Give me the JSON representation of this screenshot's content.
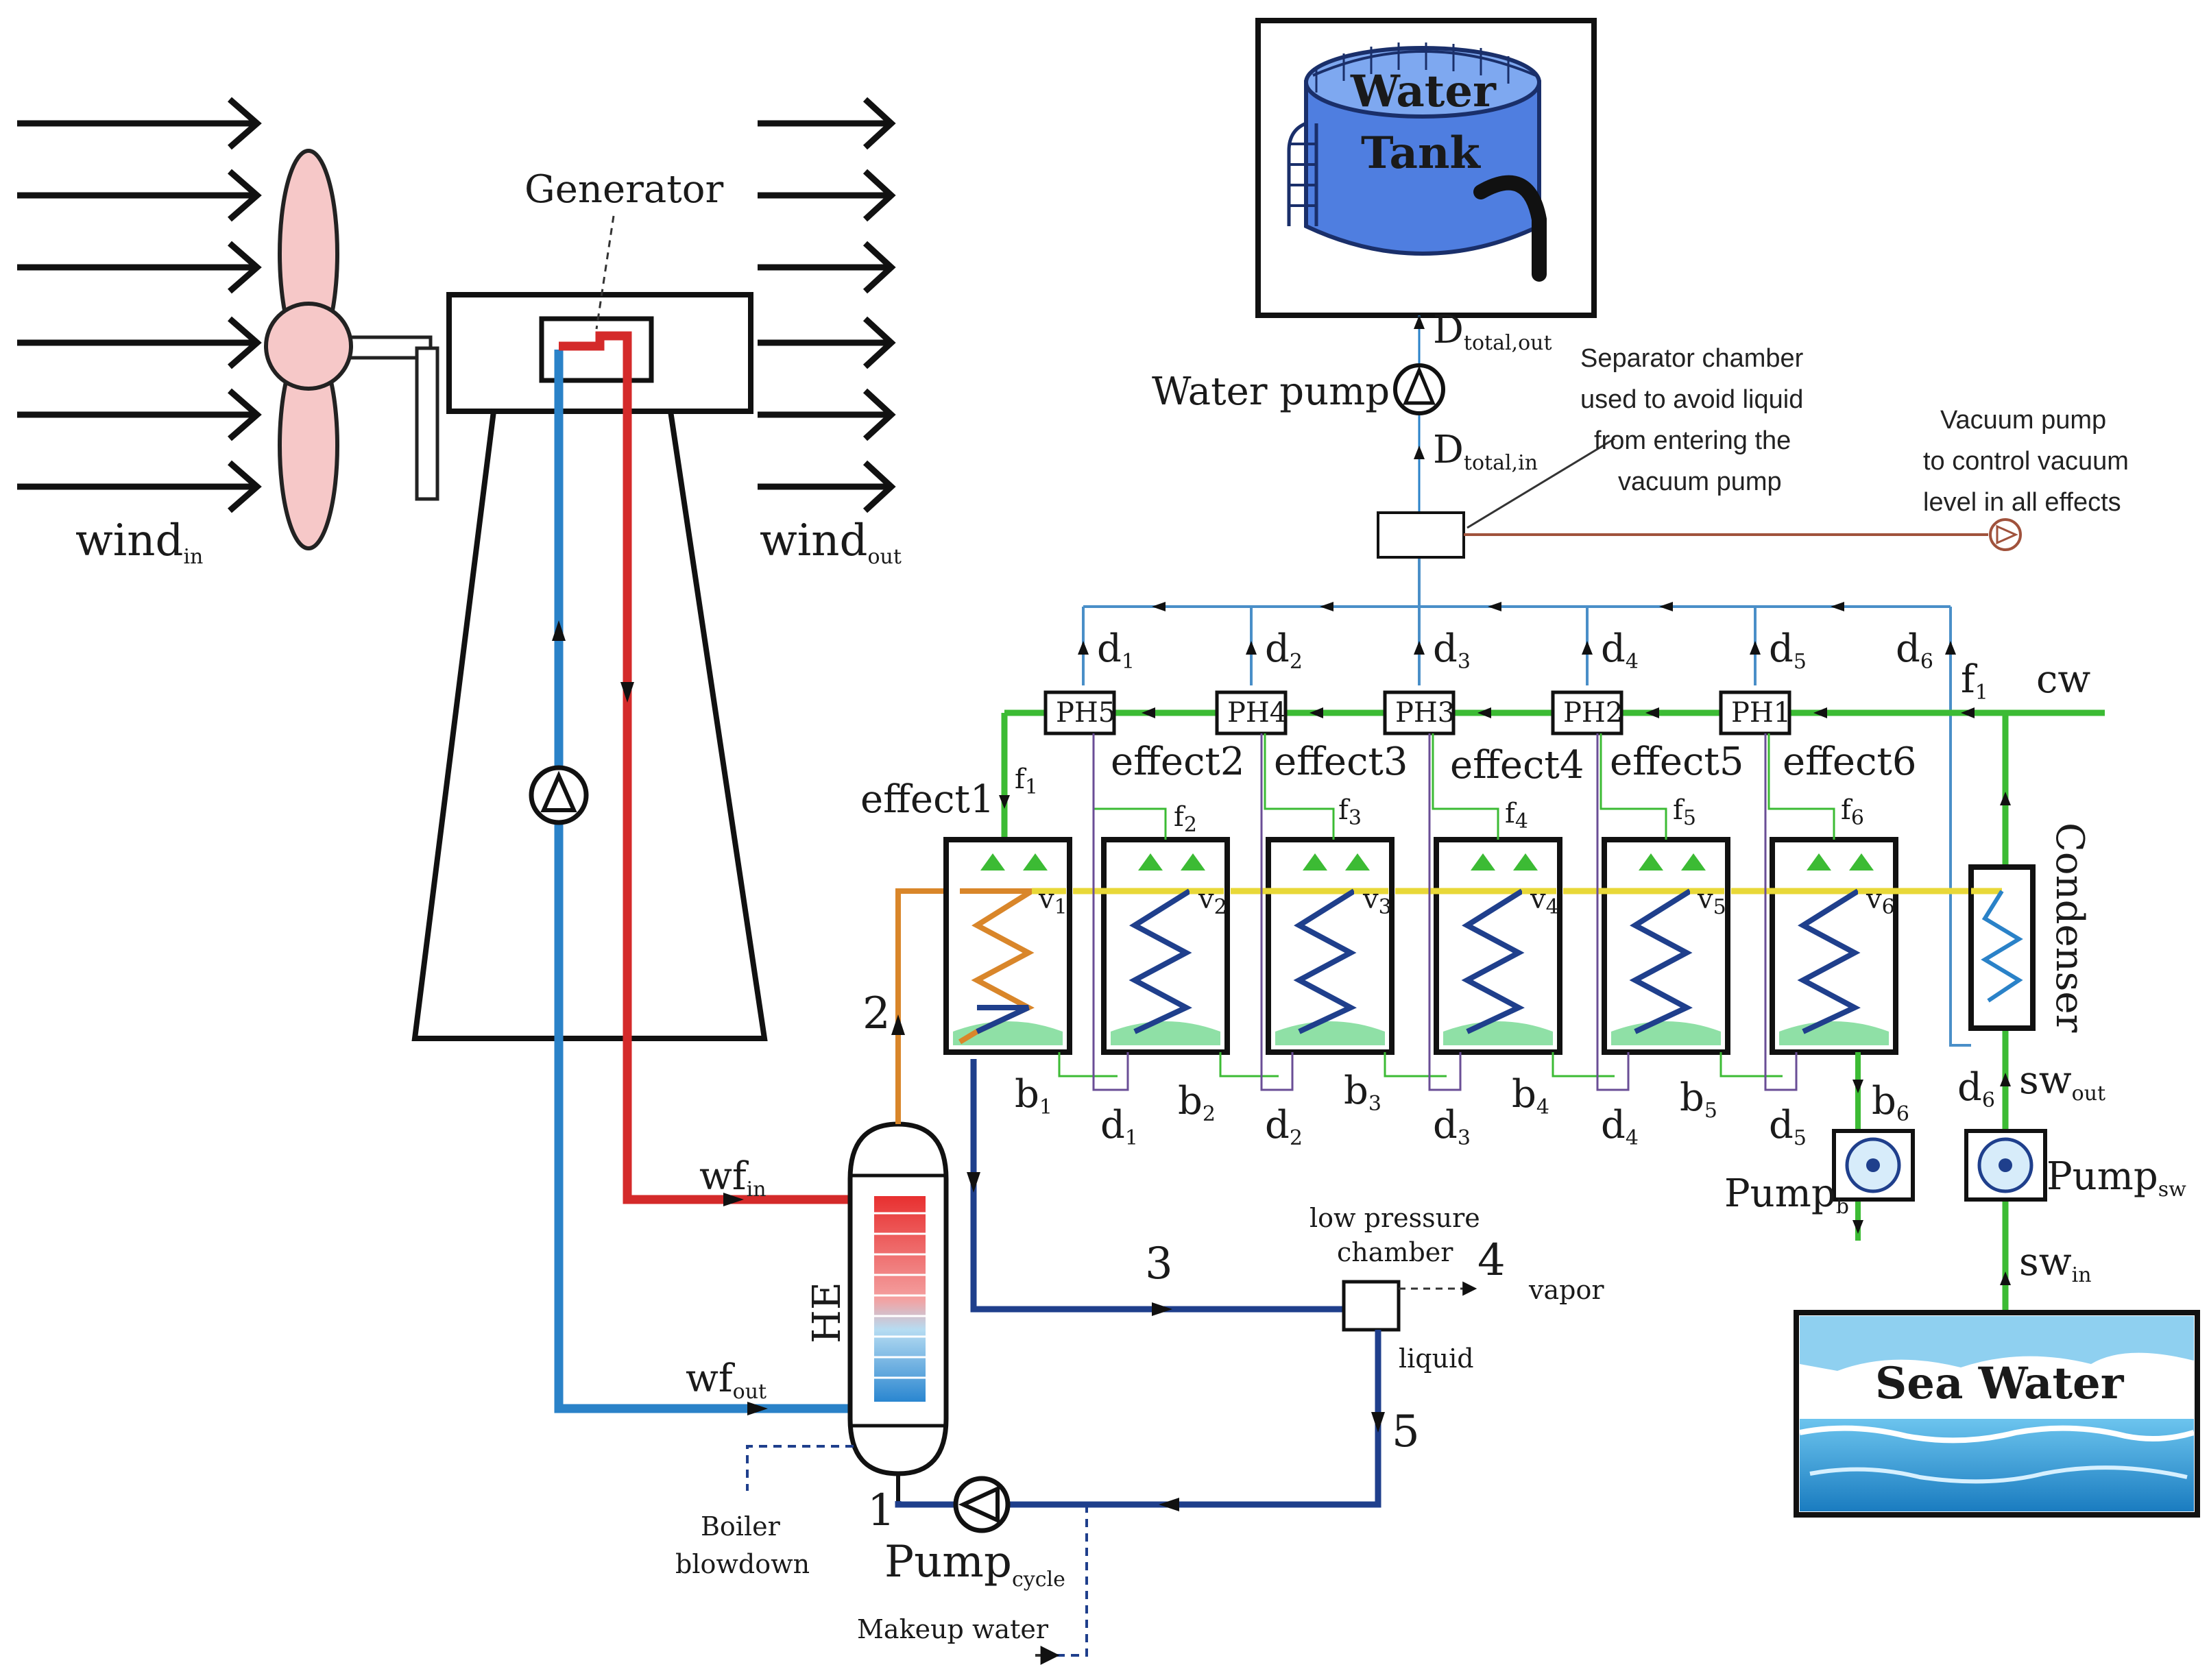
{
  "labels": {
    "wind_in": "wind",
    "wind_in_sub": "in",
    "wind_out": "wind",
    "wind_out_sub": "out",
    "generator": "Generator",
    "water_tank_1": "Water",
    "water_tank_2": "Tank",
    "water_pump": "Water pump",
    "d_total": "D",
    "d_total_out_sub": "total,out",
    "d_total_in_sub": "total,in",
    "separator_1": "Separator chamber",
    "separator_2": "used to avoid liquid",
    "separator_3": "from entering the",
    "separator_4": "vacuum pump",
    "vacuum_1": "Vacuum pump",
    "vacuum_2": "to control vacuum",
    "vacuum_3": "level in all effects",
    "cw": "cw",
    "f": "f",
    "d": "d",
    "b": "b",
    "v": "v",
    "effects": [
      "effect1",
      "effect2",
      "effect3",
      "effect4",
      "effect5",
      "effect6"
    ],
    "preheaters": [
      "PH5",
      "PH4",
      "PH3",
      "PH2",
      "PH1"
    ],
    "condenser": "Condenser",
    "sw": "sw",
    "sw_out_sub": "out",
    "sw_in_sub": "in",
    "pump": "Pump",
    "pump_b_sub": "b",
    "pump_sw_sub": "sw",
    "pump_cycle_sub": "cycle",
    "sea_water": "Sea Water",
    "he": "HE",
    "wf": "wf",
    "wf_in_sub": "in",
    "wf_out_sub": "out",
    "low_pressure_1": "low pressure",
    "low_pressure_2": "chamber",
    "vapor": "vapor",
    "liquid": "liquid",
    "boiler_1": "Boiler",
    "boiler_2": "blowdown",
    "makeup_water": "Makeup water",
    "state_1": "1",
    "state_2": "2",
    "state_3": "3",
    "state_4": "4",
    "state_5": "5",
    "sub_1": "1",
    "sub_2": "2",
    "sub_3": "3",
    "sub_4": "4",
    "sub_5": "5",
    "sub_6": "6"
  },
  "colors": {
    "hot": "#d42a2a",
    "cold": "#2a82c8",
    "green": "#3cbb34",
    "navy": "#1f3f8c",
    "orange": "#d9862a",
    "brown": "#a0523c",
    "purple": "#6a4e96",
    "yellow": "#e8d838",
    "tank": "#4f7ee0",
    "sea": "#3a9fd0"
  }
}
